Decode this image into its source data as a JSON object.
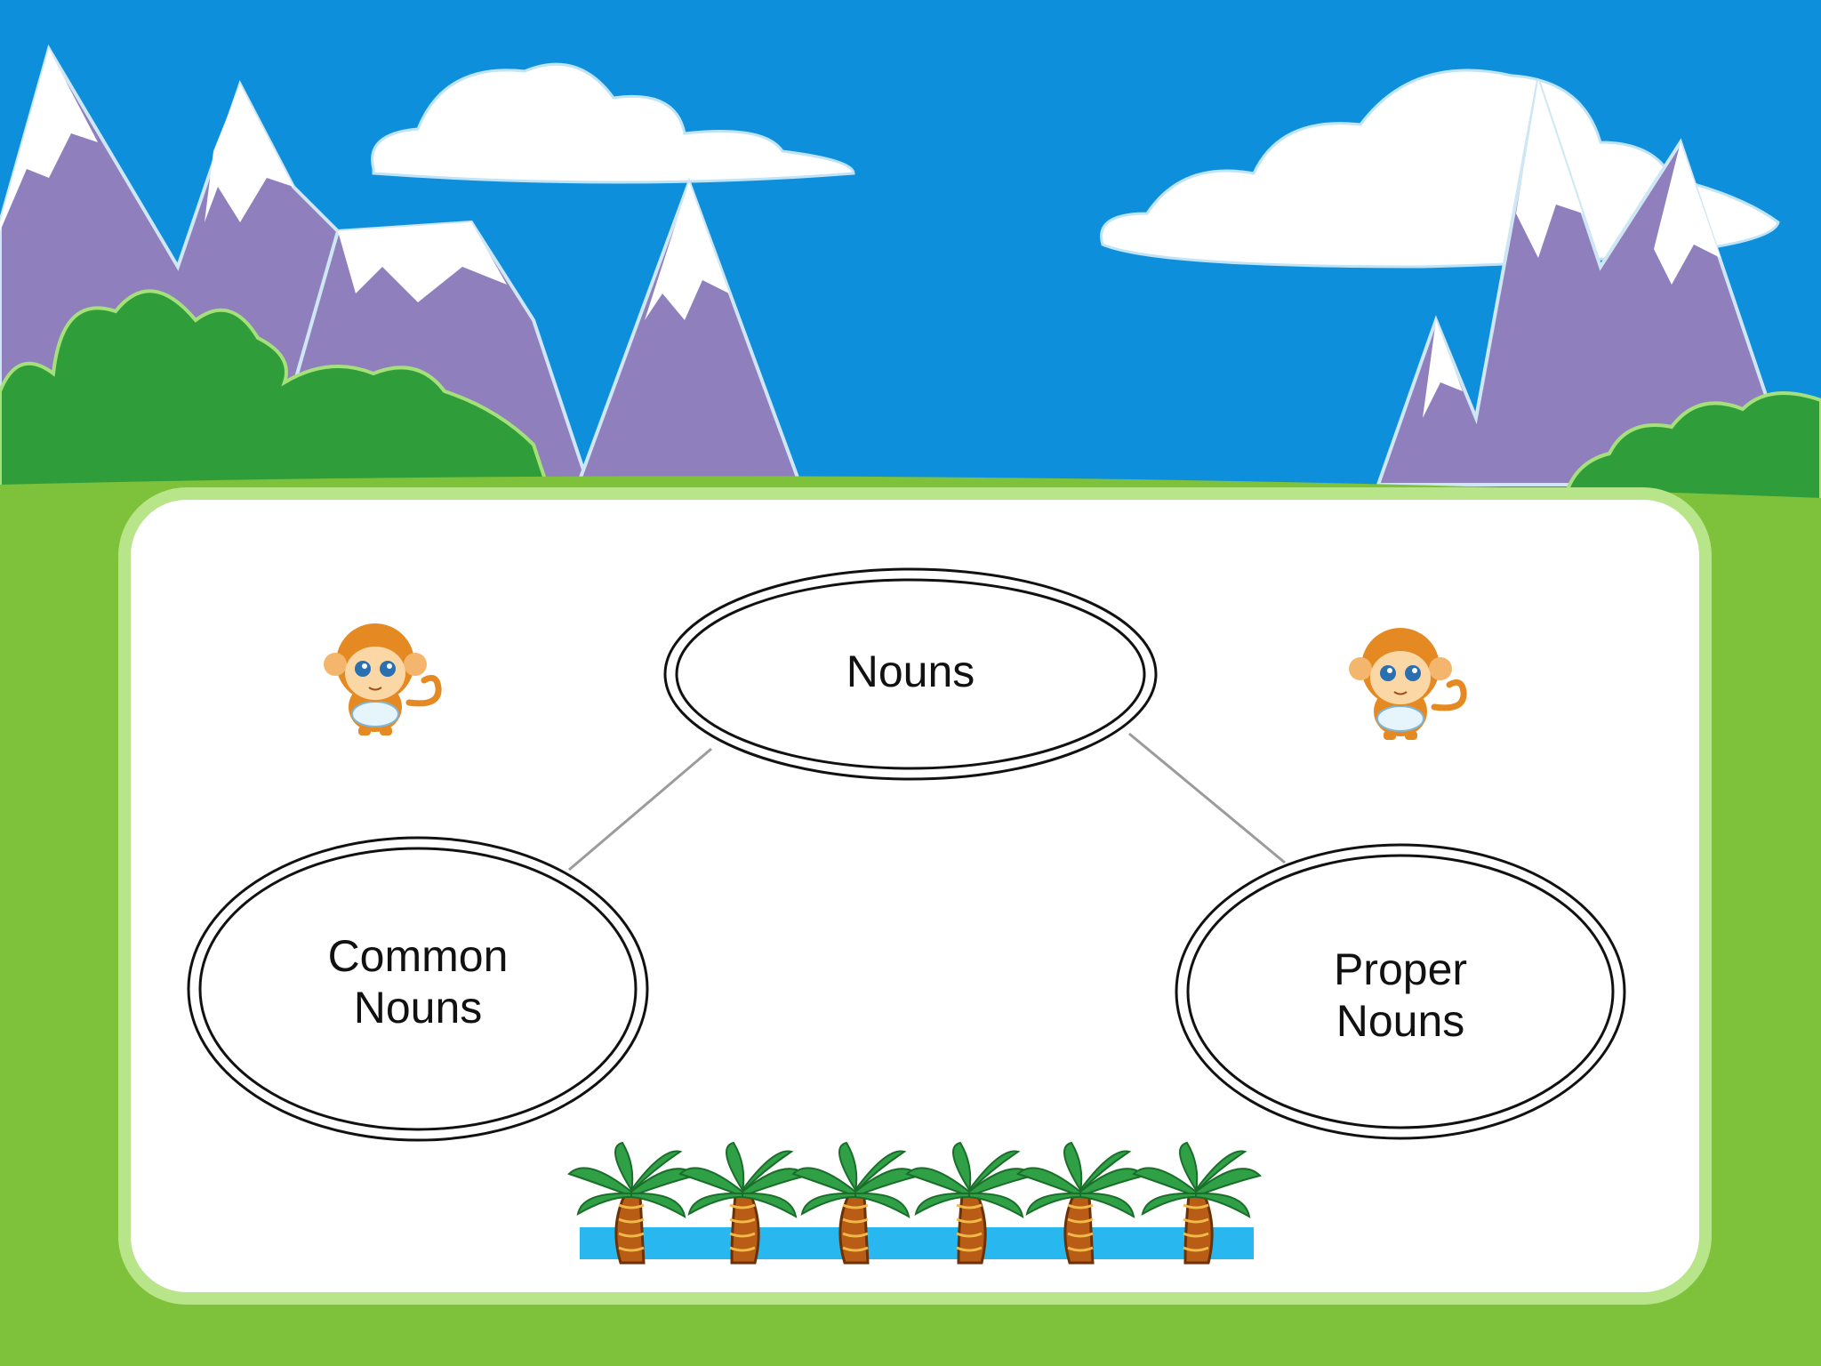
{
  "diagram": {
    "root": {
      "label": "Nouns"
    },
    "children": [
      {
        "label": "Common\nNouns"
      },
      {
        "label": "Proper\nNouns"
      }
    ]
  },
  "decorations": {
    "icons": [
      "mountain-icon",
      "cloud-icon",
      "bush-icon",
      "monkey-icon",
      "palm-tree-icon"
    ],
    "colors": {
      "sky": "#0e8fdc",
      "grass": "#7dc23a",
      "mountain": "#8f80bd",
      "snow": "#ffffff",
      "bush": "#2f9e3a",
      "board": "#ffffff",
      "water": "#29b7f0",
      "monkey": "#e58a22"
    }
  }
}
